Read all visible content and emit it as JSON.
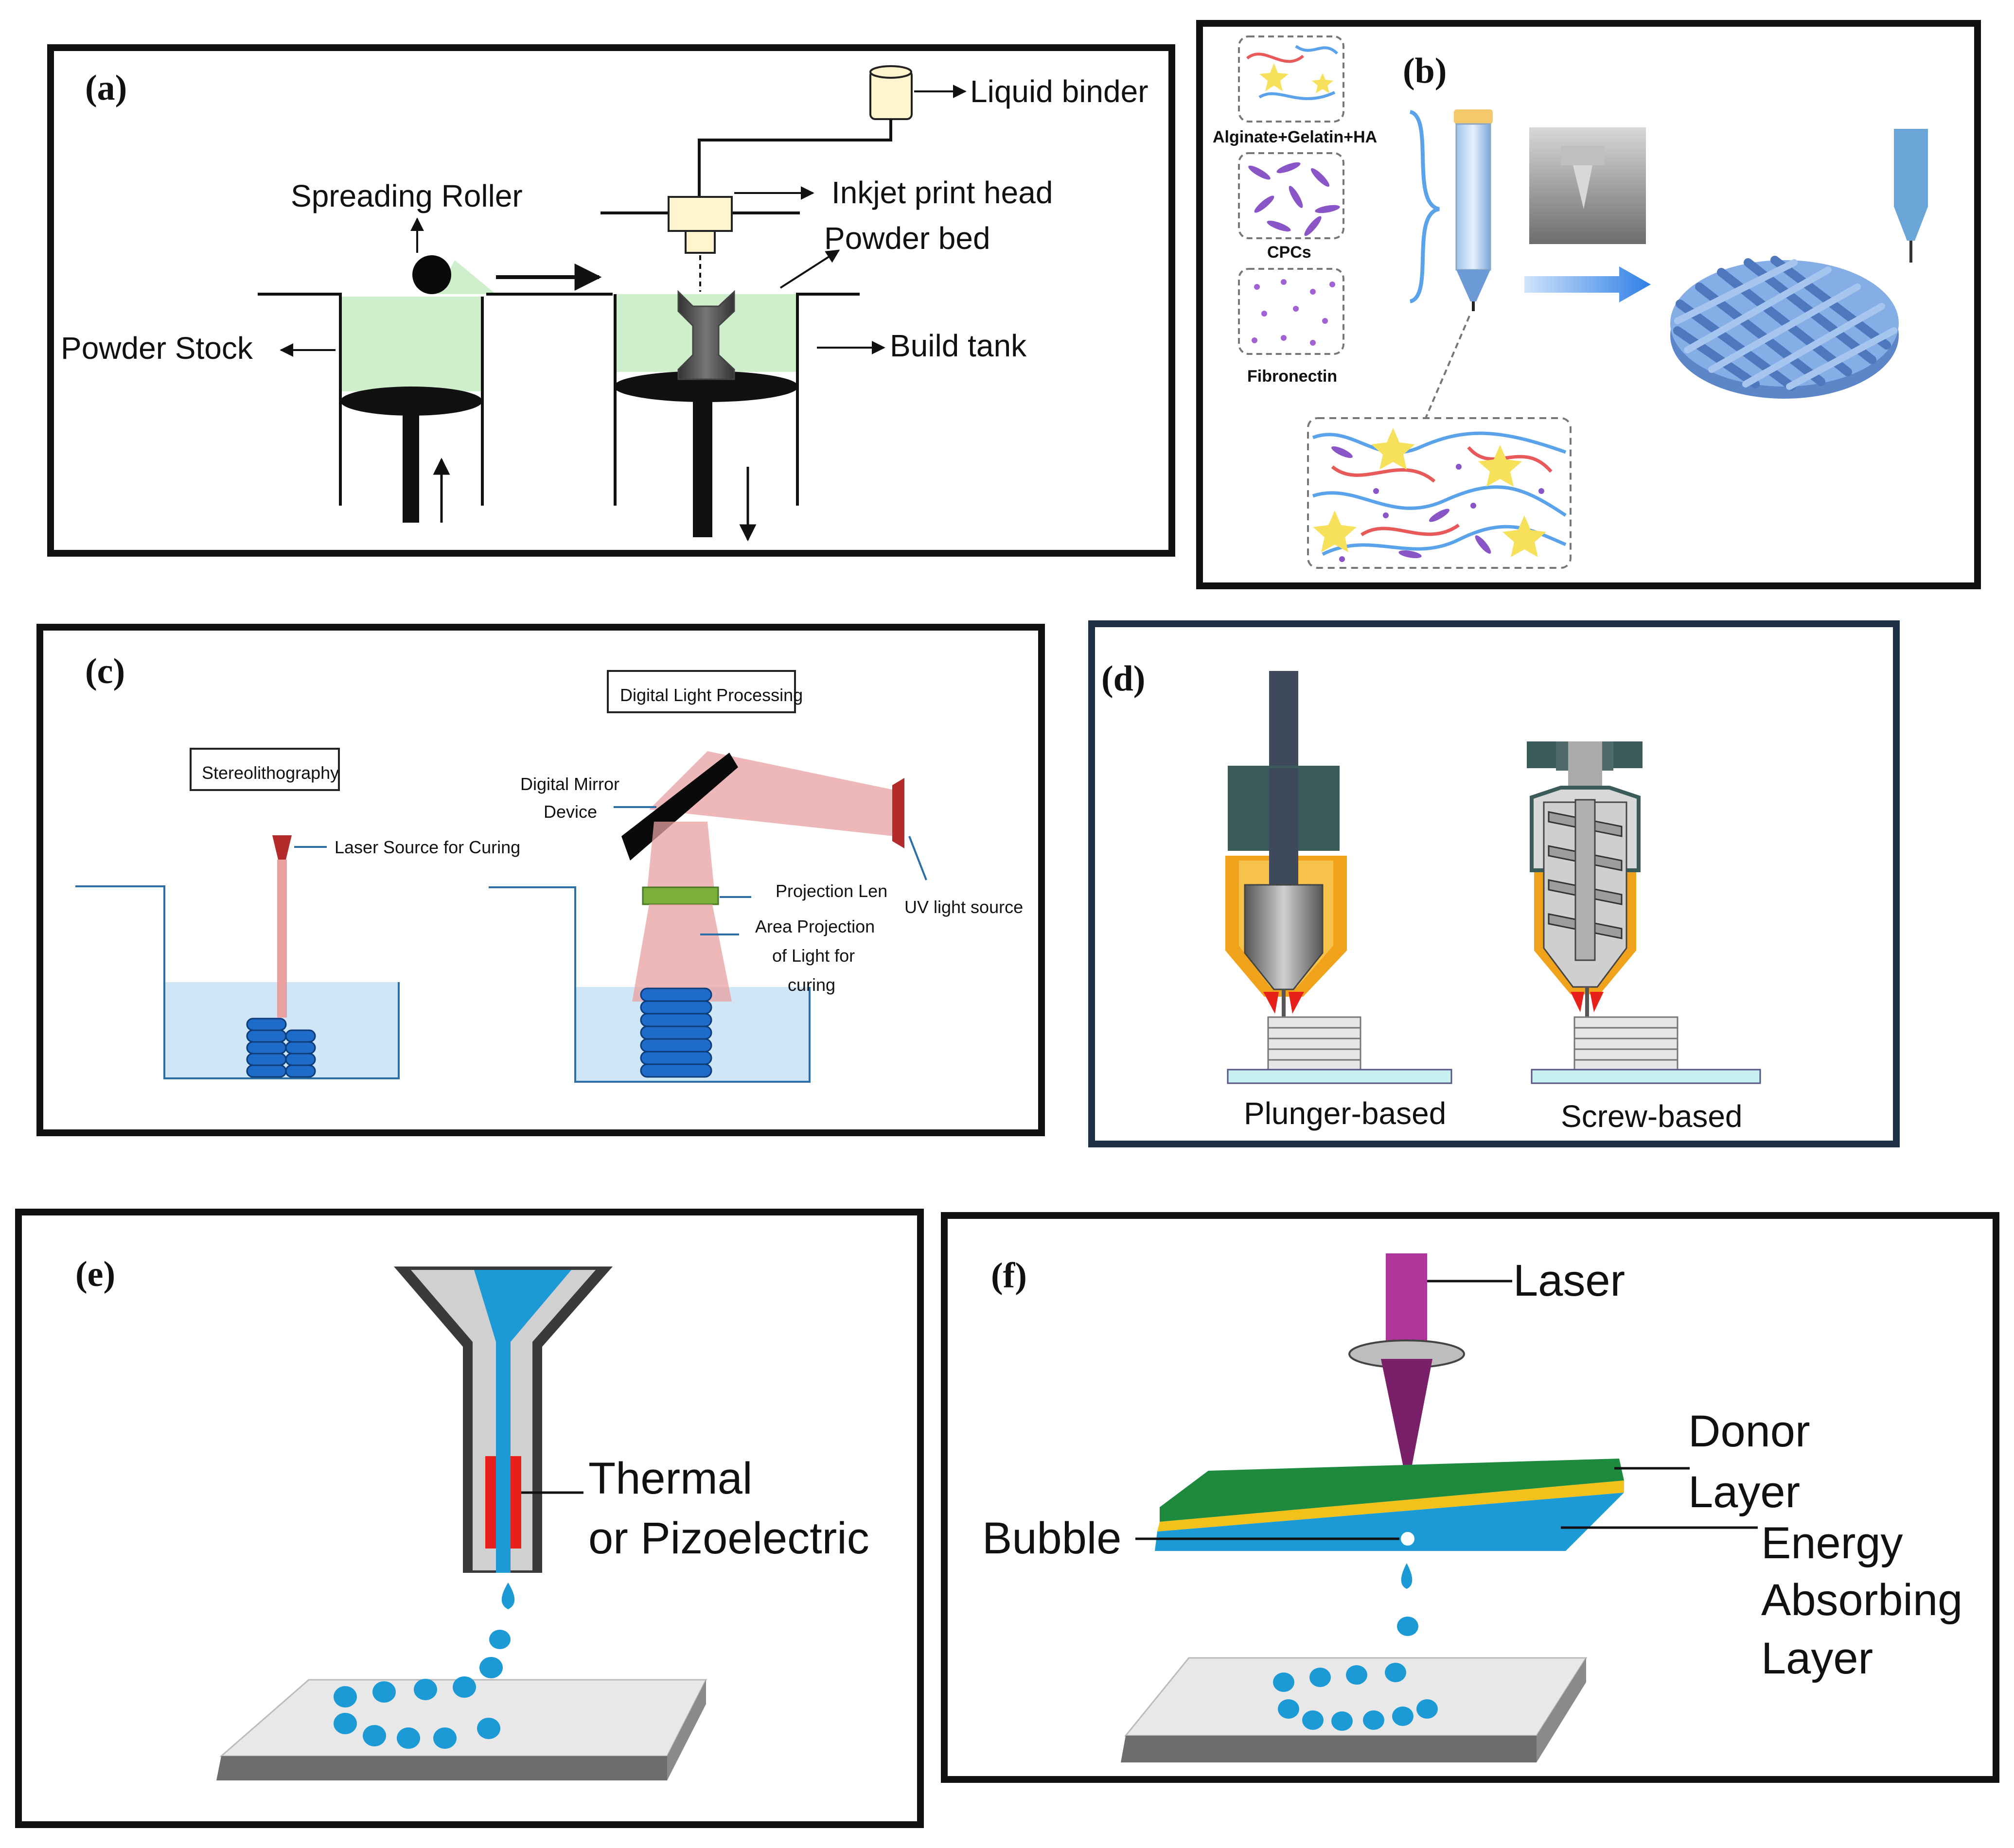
{
  "colors": {
    "powder_green": "#cfeecb",
    "resin_blue": "#cfe6f7",
    "ink_blue": "#1b9ad6",
    "laser_red": "#e8a0a0",
    "scaffold_blue": "#6b95d6",
    "donor_green": "#1e8a3e",
    "absorbing_yellow": "#f2c21b",
    "laser_magenta": "#b0359a",
    "nozzle_orange": "#f0a21a",
    "block_teal": "#3b5a5a"
  },
  "panels": {
    "a": {
      "letter": "(a)",
      "labels": {
        "liquid_binder": "Liquid binder",
        "inkjet_print_head": "Inkjet print head",
        "powder_bed": "Powder bed",
        "spreading_roller": "Spreading Roller",
        "powder_stock": "Powder  Stock",
        "build_tank": "Build tank"
      }
    },
    "b": {
      "letter": "(b)",
      "labels": {
        "alginate": "Alginate+Gelatin+HA",
        "cpcs": "CPCs",
        "fibronectin": "Fibronectin"
      }
    },
    "c": {
      "letter": "(c)",
      "labels": {
        "stereolithography": "Stereolithography",
        "dlp": "Digital Light Processing",
        "laser_source": "Laser Source for Curing",
        "dmd_line1": "Digital Mirror",
        "dmd_line2": "Device",
        "uv_source": "UV light source",
        "projection_len": "Projection Len",
        "area_line1": "Area Projection",
        "area_line2": "of Light for",
        "area_line3": "curing"
      }
    },
    "d": {
      "letter": "(d)",
      "labels": {
        "plunger": "Plunger-based",
        "screw": "Screw-based"
      }
    },
    "e": {
      "letter": "(e)",
      "labels": {
        "thermal_line1": "Thermal",
        "thermal_line2": "or Pizoelectric"
      }
    },
    "f": {
      "letter": "(f)",
      "labels": {
        "laser": "Laser",
        "donor_line1": "Donor",
        "donor_line2": "Layer",
        "bubble": "Bubble",
        "energy_line1": "Energy",
        "energy_line2": "Absorbing",
        "energy_line3": "Layer"
      }
    }
  }
}
